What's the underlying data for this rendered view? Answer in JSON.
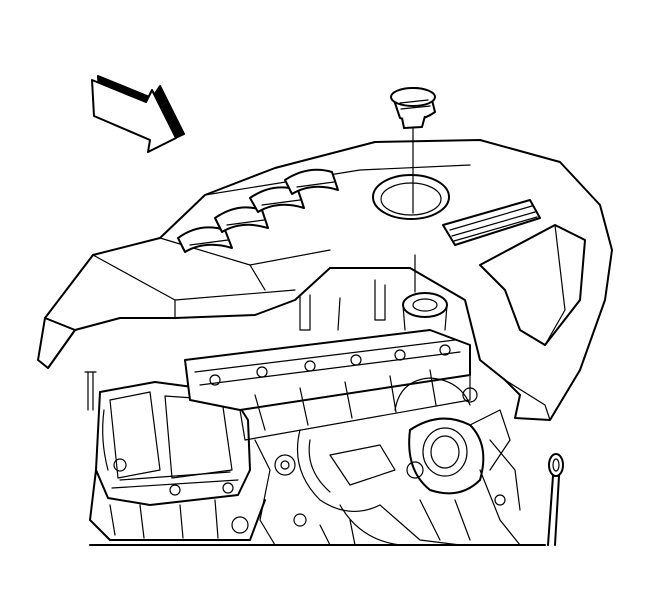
{
  "figure": {
    "type": "technical-line-illustration",
    "subject": "engine-cover-removal",
    "colors": {
      "line": "#000000",
      "background": "#ffffff",
      "arrow_fill": "#ffffff"
    }
  },
  "parts": [
    {
      "id": "direction-arrow",
      "icon": "front-direction-arrow-icon"
    },
    {
      "id": "oil-filler-cap",
      "icon": "oil-cap-icon"
    },
    {
      "id": "engine-cover",
      "icon": "engine-cover-icon"
    },
    {
      "id": "engine-assembly",
      "icon": "engine-icon"
    },
    {
      "id": "oil-level-indicator",
      "icon": "dipstick-icon"
    }
  ]
}
